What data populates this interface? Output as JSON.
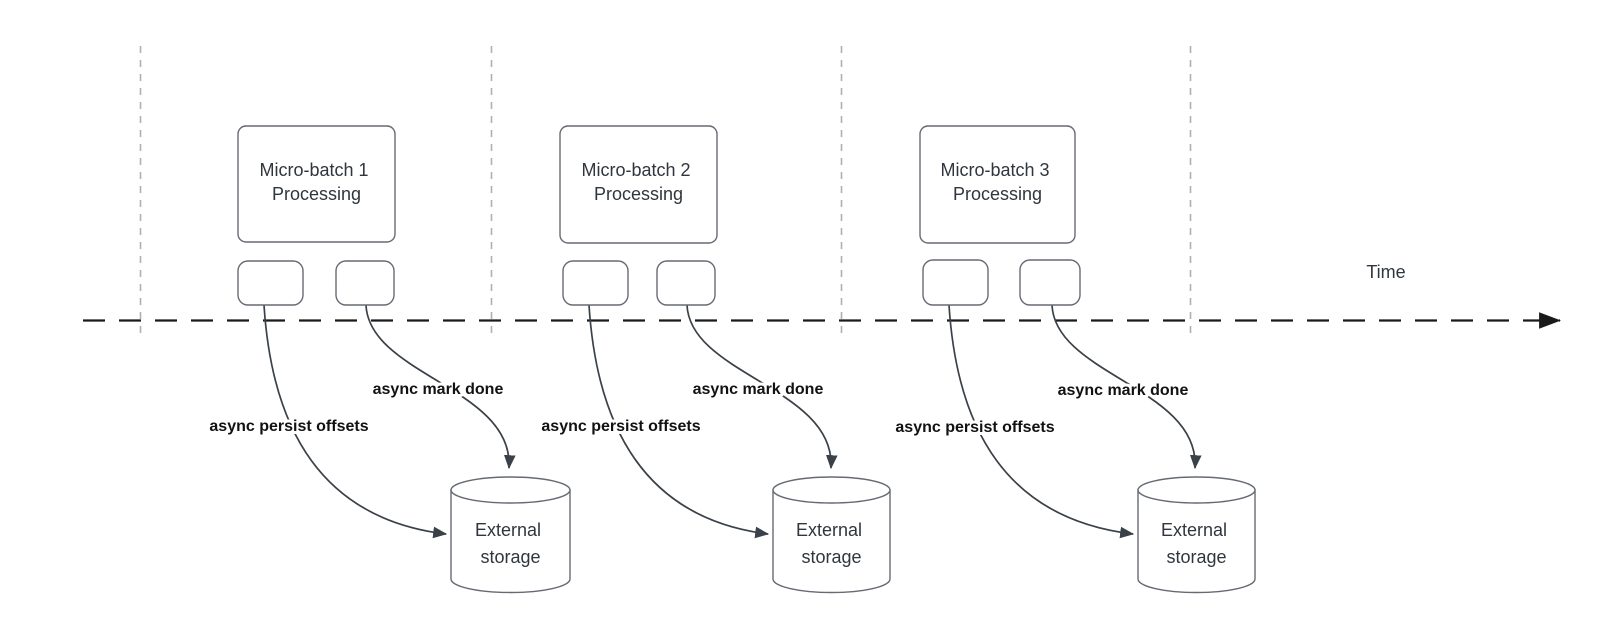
{
  "diagram": {
    "time_label": "Time",
    "colors": {
      "node-stroke": "#666b73",
      "arrow": "#3b4148",
      "timeline": "#1a1a1a",
      "guide": "#b0b0b0",
      "node-text": "#30363d",
      "edge-label": "#121212",
      "background": "#ffffff"
    },
    "groups": [
      {
        "title_line1": "Micro-batch 1",
        "title_line2": "Processing",
        "persist_label": "async persist offsets",
        "done_label": "async mark done",
        "storage_line1": "External",
        "storage_line2": "storage"
      },
      {
        "title_line1": "Micro-batch 2",
        "title_line2": "Processing",
        "persist_label": "async persist offsets",
        "done_label": "async mark done",
        "storage_line1": "External",
        "storage_line2": "storage"
      },
      {
        "title_line1": "Micro-batch 3",
        "title_line2": "Processing",
        "persist_label": "async persist offsets",
        "done_label": "async mark done",
        "storage_line1": "External",
        "storage_line2": "storage"
      }
    ]
  }
}
